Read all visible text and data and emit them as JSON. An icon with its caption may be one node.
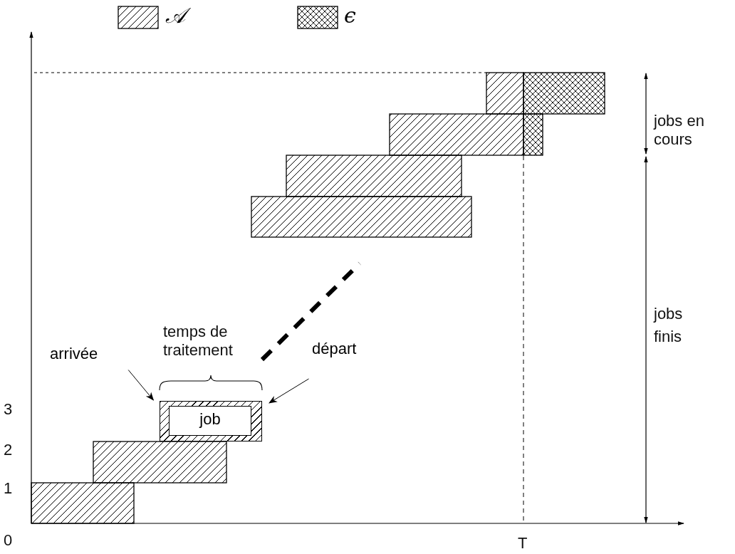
{
  "diagram": {
    "nodes": [
      {
        "text": [
          "arrivée"
        ]
      },
      {
        "text": [
          "départ"
        ]
      },
      {
        "text": [
          "job"
        ]
      }
    ],
    "edges": [
      {
        "from": 0,
        "to": 2,
        "arrow": "to"
      },
      {
        "from": 1,
        "to": 2,
        "arrow": "to"
      }
    ],
    "labels": [
      "jobs en cours",
      "jobs finis",
      "temps de traitement",
      "3",
      "2",
      "1",
      "0",
      "T"
    ],
    "legend": [
      {
        "text": "𝒜"
      },
      {
        "text": "ϵ"
      }
    ]
  }
}
